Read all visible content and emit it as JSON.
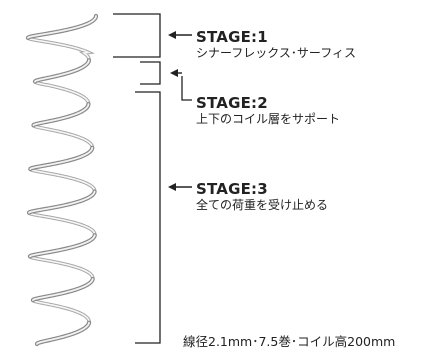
{
  "stages": [
    {
      "title": "STAGE:1",
      "description": "シナーフレックス･サーフィス"
    },
    {
      "title": "STAGE:2",
      "description": "上下のコイル層をサポート"
    },
    {
      "title": "STAGE:3",
      "description": "全ての荷重を受け止める"
    }
  ],
  "spec_note": "線径2.1mm･7.5巻･コイル高200mm",
  "colors": {
    "line": "#222222",
    "spring_outer": "#8a8a8a",
    "spring_inner": "#f2f2f2"
  }
}
